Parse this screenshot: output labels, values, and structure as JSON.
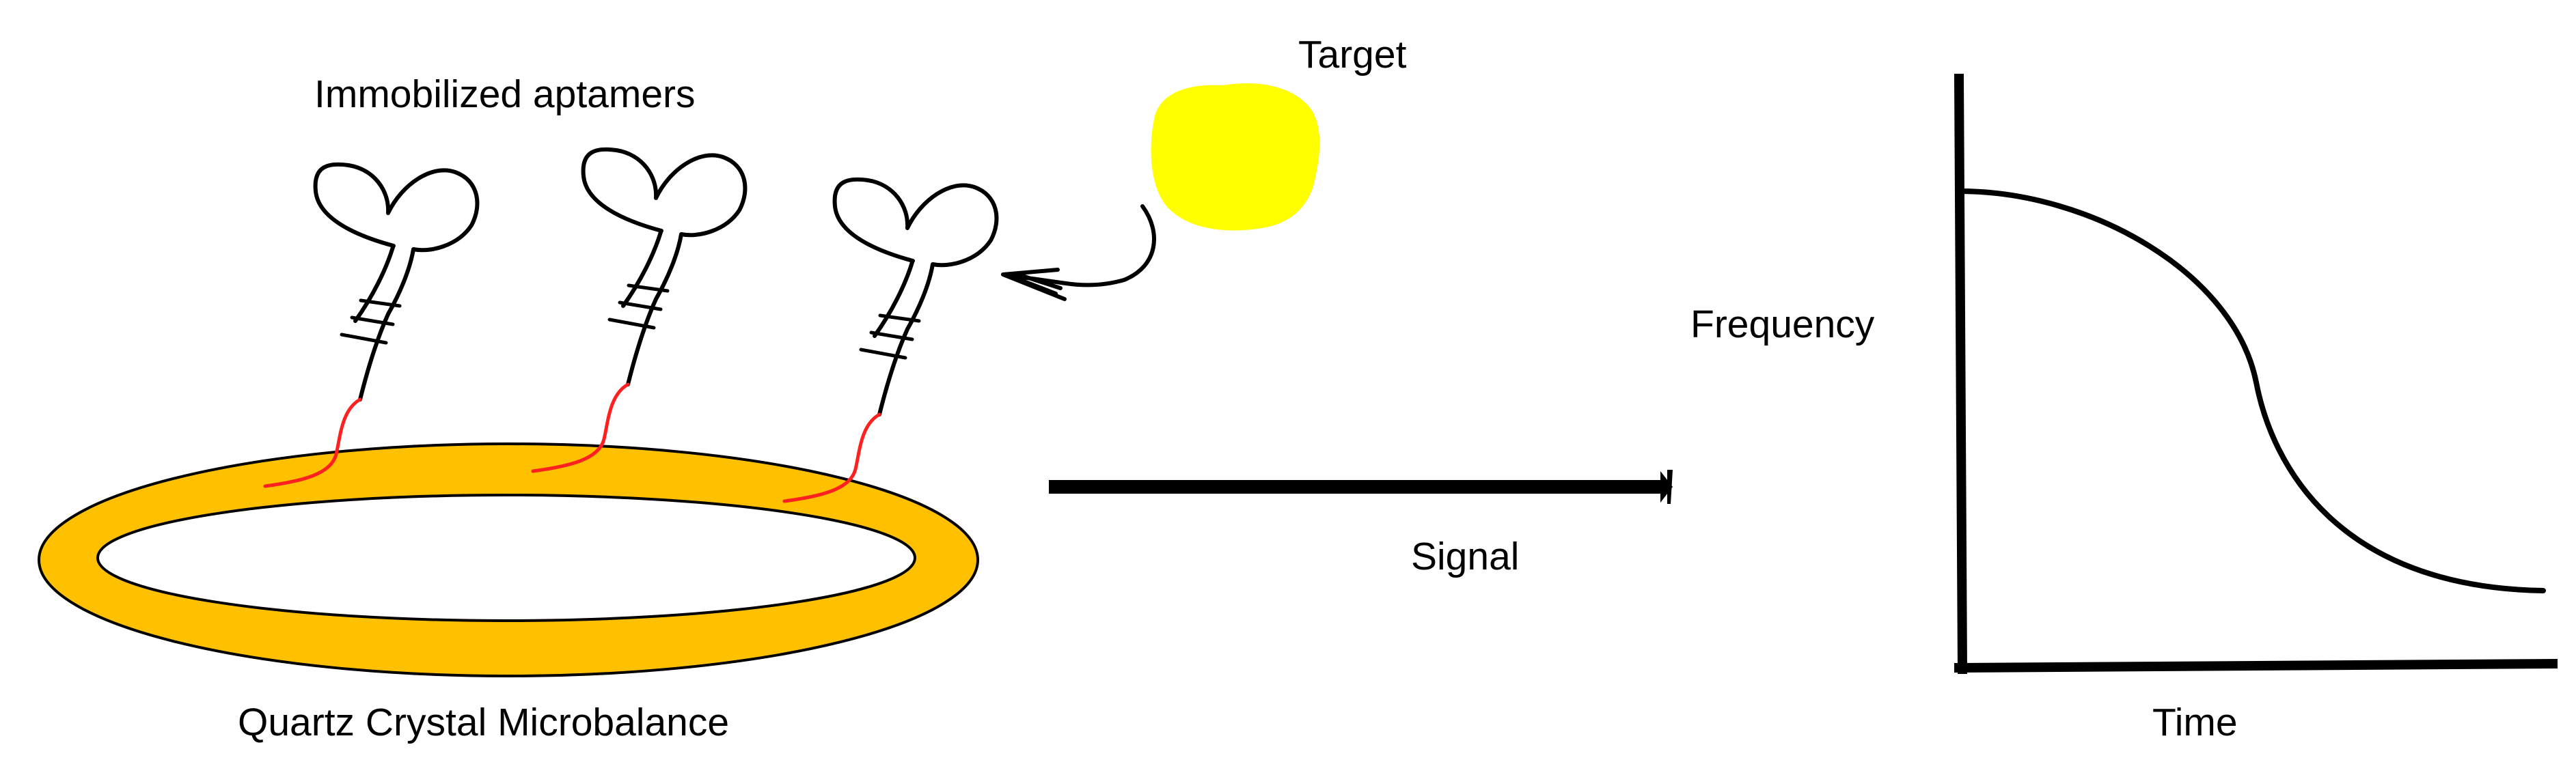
{
  "labels": {
    "immobilized_aptamers": "Immobilized aptamers",
    "target": "Target",
    "quartz_crystal_microbalance": "Quartz Crystal Microbalance",
    "signal": "Signal",
    "frequency": "Frequency",
    "time": "Time"
  },
  "colors": {
    "ring_fill": "#FFC000",
    "linker": "#FF2020",
    "target_fill": "#FFFF00",
    "ink": "#000000"
  },
  "aptamer_count": 3
}
